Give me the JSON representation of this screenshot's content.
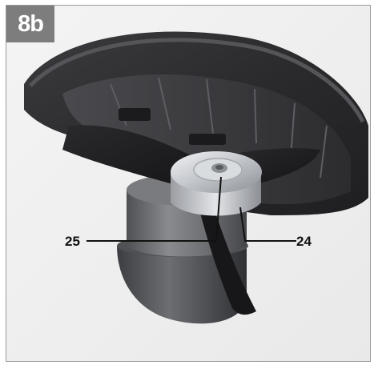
{
  "figure": {
    "badge_label": "8b",
    "callouts": [
      {
        "id": "25",
        "label": "25"
      },
      {
        "id": "24",
        "label": "24"
      }
    ]
  },
  "colors": {
    "badge_bg": "#7d7d7d",
    "frame_border": "#9a9a9a",
    "guard_dark": "#2e2e30",
    "blade_dark": "#1c1c1e",
    "motor_gray": "#6b6c70",
    "hub_silver": "#c9ccd0"
  }
}
